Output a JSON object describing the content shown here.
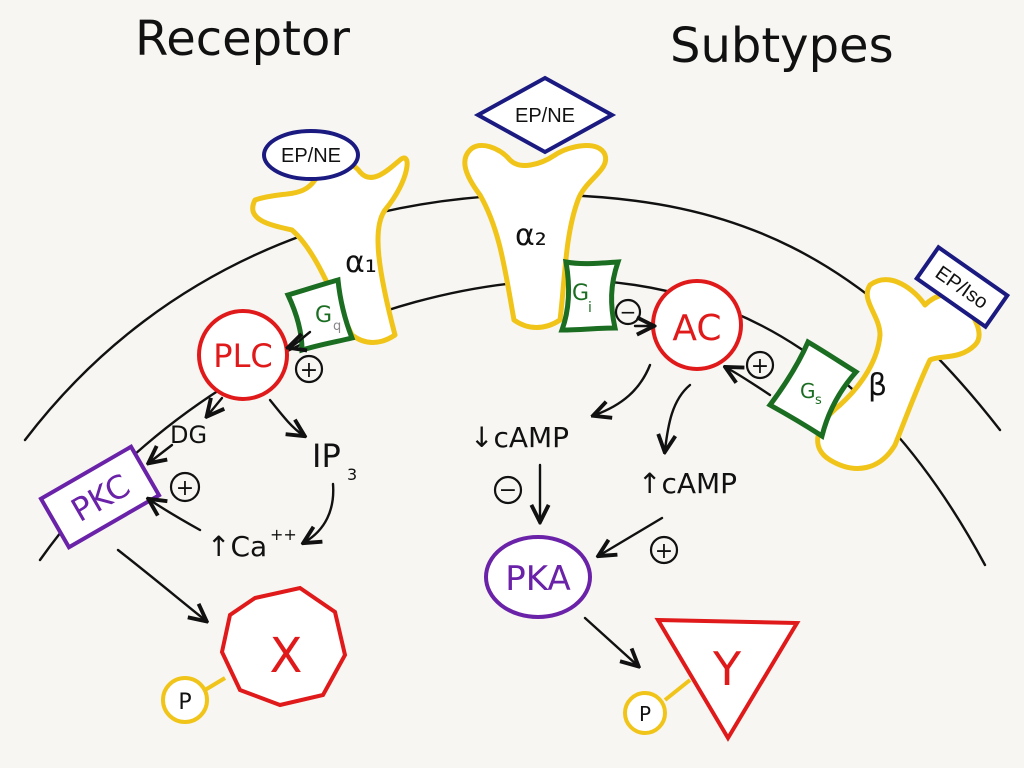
{
  "title": {
    "left": "Receptor",
    "right": "Subtypes"
  },
  "ligands": {
    "alpha1": "EP/NE",
    "alpha2": "EP/NE",
    "beta": "EP/Iso"
  },
  "receptors": {
    "alpha1": "α₁",
    "alpha2": "α₂",
    "beta": "β"
  },
  "g_proteins": {
    "gq": "G",
    "gq_sub": "q",
    "gi": "G",
    "gi_sub": "i",
    "gs": "G",
    "gs_sub": "s"
  },
  "enzymes": {
    "plc": "PLC",
    "pkc": "PKC",
    "ac": "AC",
    "pka": "PKA"
  },
  "messengers": {
    "dg": "DG",
    "ip3": "IP",
    "ip3_sub": "3",
    "ca": "↑Ca",
    "ca_sup": "++",
    "camp_down": "↓cAMP",
    "camp_up": "↑cAMP"
  },
  "signs": {
    "plus": "+",
    "minus": "−"
  },
  "targets": {
    "x": "X",
    "y": "Y",
    "phosphate": "P"
  },
  "colors": {
    "receptor": "#f0c419",
    "g_protein": "#1b6d22",
    "enzyme_red": "#e01a1a",
    "kinase_purple": "#6a22a8",
    "ligand_border": "#1a1a80"
  }
}
